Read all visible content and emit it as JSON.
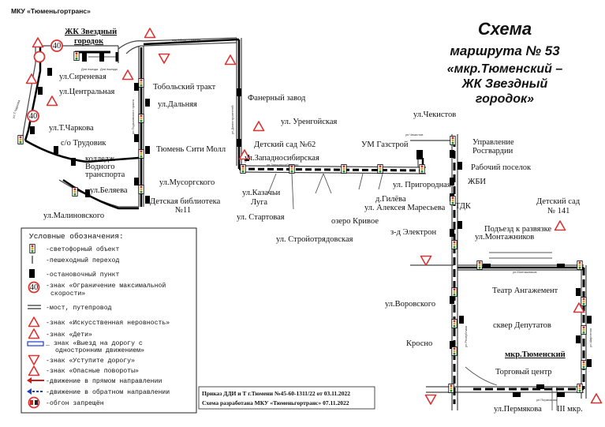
{
  "organization": "МКУ «Тюменьгортранс»",
  "title": {
    "line1": "Схема",
    "line2": "маршрута № 53",
    "line3": "«мкр.Тюменский –",
    "line4": "ЖК Звездный",
    "line5": "городок»"
  },
  "stops": {
    "zk_zvezdny_1": "ЖК Звездный",
    "zk_zvezdny_2": "городок",
    "sirenevaya": "ул.Сиреневая",
    "centralnaya": "ул.Центральная",
    "charkova": "ул.Т.Чаркова",
    "trudovik": "с/о Трудовик",
    "college_1": "колледж",
    "college_2": "Водного",
    "college_3": "транспорта",
    "belyaeva": "ул.Беляева",
    "malinovskogo": "ул.Малиновского",
    "tobolsky": "Тобольский тракт",
    "dalnyaya": "ул.Дальняя",
    "siti_moll": "Тюмень Сити Молл",
    "musorgskogo": "ул.Мусоргского",
    "library_1": "Детская библиотека",
    "library_2": "№11",
    "fanerny": "Фанерный завод",
    "sad62": "Детский сад №62",
    "zapadnosibirskaya": "ул.Западносибирская",
    "urengoiskaya": "ул. Уренгойская",
    "kazachi_1": "ул.Казачьи",
    "kazachi_2": "Луга",
    "startovaya": "ул. Стартовая",
    "stroyotryadovskaya": "ул. Стройотрядовская",
    "ozero": "озеро Кривое",
    "gileva": "д.Гилёва",
    "maresyeva": "ул. Алексея Маресьева",
    "prigorodnaya": "ул. Пригородная",
    "um_gazstroy": "УМ Газстрой",
    "chekistov": "ул.Чекистов",
    "rosgvardia_1": "Управление",
    "rosgvardia_2": "Росгвардии",
    "rabochy": "Рабочий поселок",
    "zhbi": "ЖБИ",
    "tdk": "ТДК",
    "elektron": "з-д Электрон",
    "montazhnikov_1": "Подъезд к развязке",
    "montazhnikov_2": "ул.Монтажников",
    "sad141_1": "Детский сад",
    "sad141_2": "№ 141",
    "angazhement": "Театр Ангажемент",
    "vorovskogo": "ул.Воровского",
    "deputatov": "сквер Депутатов",
    "krosno": "Кросно",
    "tyumensky": "мкр.Тюменский",
    "torgovy": "Торговый центр",
    "permyakova": "ул.Пермякова",
    "iii_mkr": "III мкр."
  },
  "streets": {
    "obhod": "а/д Обход г.Тюмени",
    "charkova_street": "ул.Т.Чаркова",
    "podkovskogo": "ул.Подъковского тракта",
    "domostroiteley": "ул.Домостроителей",
    "zapadnosib_street": "ул.Западносибирская",
    "chekistov_street": "ул.Чекистов",
    "montazhnikov_street": "ул.Монтажников",
    "respubliki": "ул.Республики",
    "shirotnaya": "ул.Широтная",
    "permyakova_street": "ул.Пермякова",
    "dlya_vyezda": "Для въезда",
    "dlya_vyezda2": "Для выезда"
  },
  "signs": {
    "speed_limit": "40"
  },
  "legend": {
    "heading": "Условные обозначения:",
    "items": [
      "-светофорный объект",
      "-пешеходный переход",
      "-остановочный пункт",
      "-знак «Ограничение максимальной",
      "скорости»",
      "-мост, путепровод",
      "-знак «Искусственная неровность»",
      "-знак «Дети»",
      "_ знак «Выезд на дорогу с",
      "одностронним движением»",
      "-знак «Уступите дорогу»",
      "-знак «Опасные повороты»",
      "-движение в прямом направлении",
      "-движение в обратном направлении",
      "-обгон запрещён"
    ]
  },
  "footer": {
    "line1": "Приказ ДДИ и Т г.Тюмени №45-60-1311/22 от 03.11.2022",
    "line2": "Схема разработана МКУ «Тюменьгортранс» 07.11.2022"
  },
  "colors": {
    "forward": "#d11a1a",
    "reverse": "#1a3ec9",
    "sign_red": "#dd3333"
  }
}
